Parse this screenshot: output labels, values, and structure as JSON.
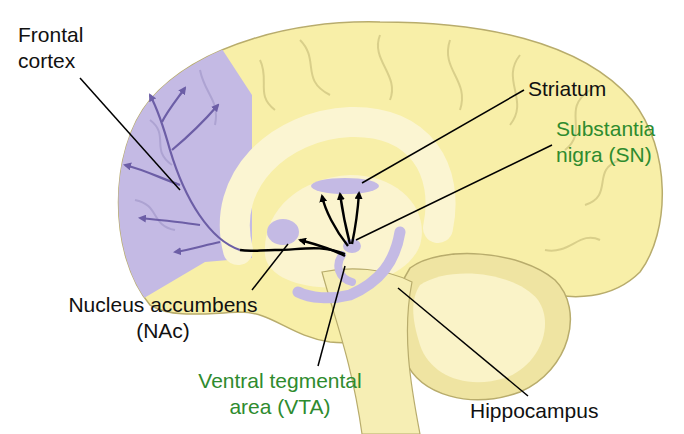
{
  "diagram": {
    "labels": [
      "Frontal cortex",
      "Striatum",
      "Substantia nigra (SN)",
      "Nucleus accumbens (NAc)",
      "Ventral tegmental area (VTA)",
      "Hippocampus"
    ]
  }
}
